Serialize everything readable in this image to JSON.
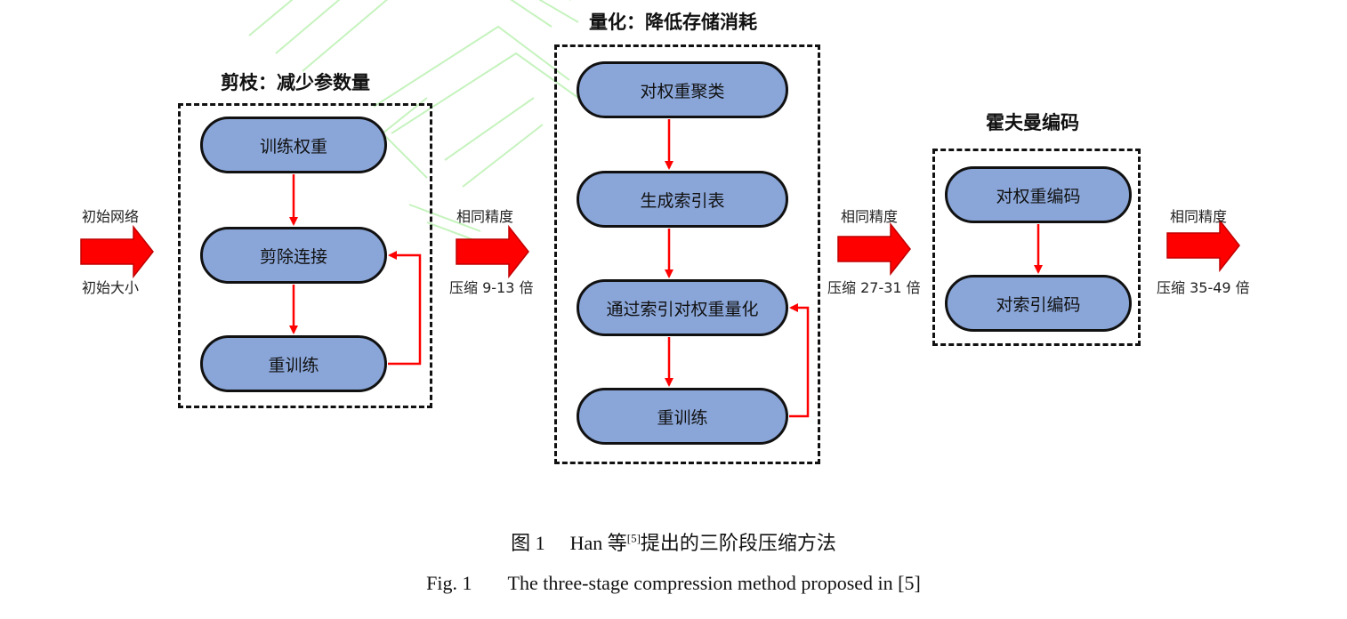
{
  "stages": {
    "pruning": {
      "title": "剪枝：减少参数量",
      "steps": [
        "训练权重",
        "剪除连接",
        "重训练"
      ]
    },
    "quantization": {
      "title": "量化：降低存储消耗",
      "steps": [
        "对权重聚类",
        "生成索引表",
        "通过索引对权重量化",
        "重训练"
      ]
    },
    "huffman": {
      "title": "霍夫曼编码",
      "steps": [
        "对权重编码",
        "对索引编码"
      ]
    }
  },
  "arrows": {
    "input": {
      "top": "初始网络",
      "bottom": "初始大小"
    },
    "after_pruning": {
      "top": "相同精度",
      "bottom": "压缩 9-13 倍"
    },
    "after_quantization": {
      "top": "相同精度",
      "bottom": "压缩 27-31 倍"
    },
    "after_huffman": {
      "top": "相同精度",
      "bottom": "压缩 35-49 倍"
    }
  },
  "caption": {
    "cn_prefix": "图 1",
    "cn_han": "Han 等",
    "cn_ref": "[5]",
    "cn_rest": "提出的三阶段压缩方法",
    "en_prefix": "Fig. 1",
    "en_text": "The three-stage compression method proposed in [5]"
  },
  "colors": {
    "step_fill": "#8aa6d9",
    "arrow_red": "#ff0000",
    "watermark": "#b8f0b0"
  }
}
